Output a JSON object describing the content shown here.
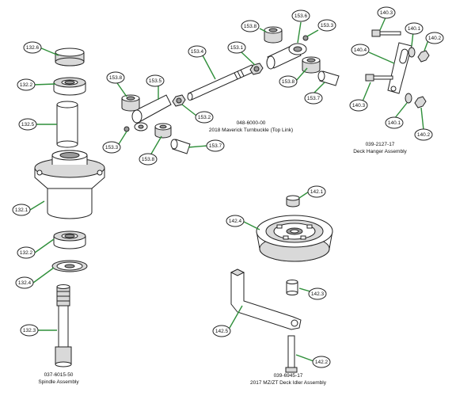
{
  "assemblies": {
    "spindle": {
      "part_number": "037-6015-50",
      "name": "Spindle Assembly"
    },
    "turnbuckle": {
      "part_number": "048-6000-00",
      "name": "2018 Maverick Turnbuckle (Top Link)"
    },
    "deck_hanger": {
      "part_number": "039-2127-17",
      "name": "Deck Hanger Assembly"
    },
    "idler": {
      "part_number": "039-6945-17",
      "name": "2017 MZ/ZT Deck Idler Assembly"
    }
  },
  "callouts": {
    "spindle": [
      "132.6",
      "132.2",
      "132.5",
      "132.1",
      "132.2",
      "132.4",
      "132.3"
    ],
    "turnbuckle": [
      "153.8",
      "153.5",
      "153.2",
      "153.3",
      "153.8",
      "153.7",
      "153.4",
      "153.1",
      "153.6",
      "153.8",
      "153.3",
      "153.8",
      "153.7"
    ],
    "deck_hanger": [
      "140.3",
      "140.1",
      "140.2",
      "140.4",
      "140.3",
      "140.1",
      "140.2"
    ],
    "idler": [
      "142.1",
      "142.4",
      "142.3",
      "142.5",
      "142.2"
    ]
  },
  "colors": {
    "leader": "#2f8f3a",
    "line": "#222222",
    "shade": "#d9d9d9"
  }
}
